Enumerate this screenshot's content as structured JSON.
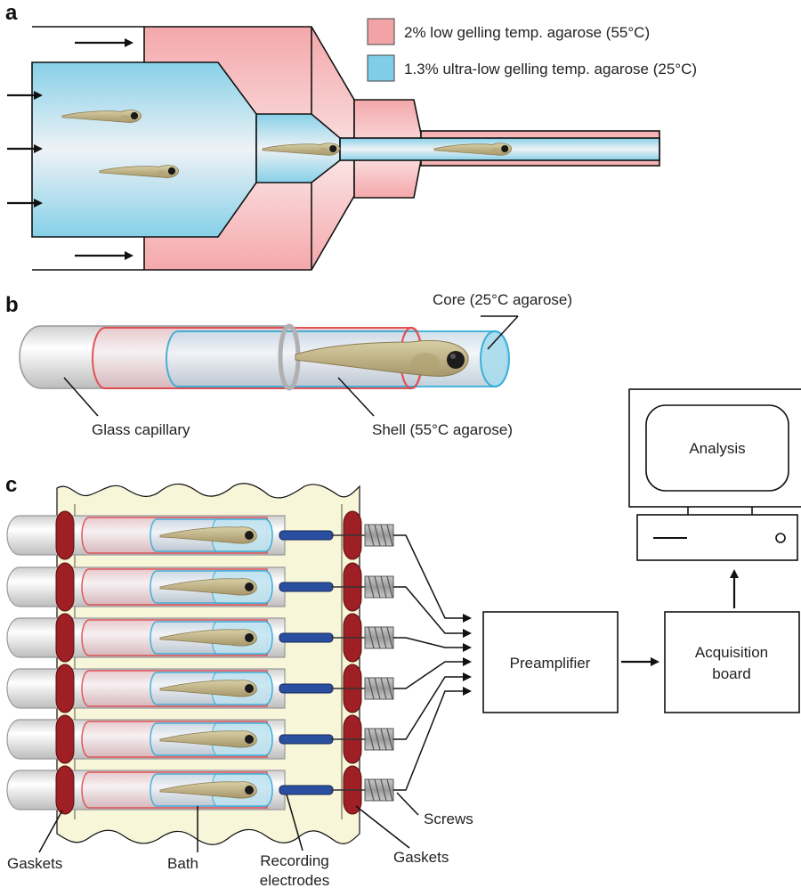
{
  "panels": {
    "a": "a",
    "b": "b",
    "c": "c"
  },
  "legend": [
    {
      "label": "2% low gelling temp. agarose (55°C)",
      "color": "#f2a3a6"
    },
    {
      "label": "1.3% ultra-low gelling temp. agarose (25°C)",
      "color": "#7fcde6"
    }
  ],
  "panel_b": {
    "core_label": "Core (25°C agarose)",
    "capillary_label": "Glass capillary",
    "shell_label": "Shell (55°C agarose)"
  },
  "panel_c": {
    "preamp": "Preamplifier",
    "acq_line1": "Acquisition",
    "acq_line2": "board",
    "analysis": "Analysis",
    "screws": "Screws",
    "gaskets_left": "Gaskets",
    "gaskets_right": "Gaskets",
    "bath": "Bath",
    "electrodes_line1": "Recording",
    "electrodes_line2": "electrodes"
  },
  "colors": {
    "shell": "#f2a3a6",
    "core": "#7fcde6",
    "bath": "#f8f6d8",
    "gasket": "#9e1f24",
    "electrode": "#2a4fa0",
    "larva_body": "#c9b98a"
  }
}
